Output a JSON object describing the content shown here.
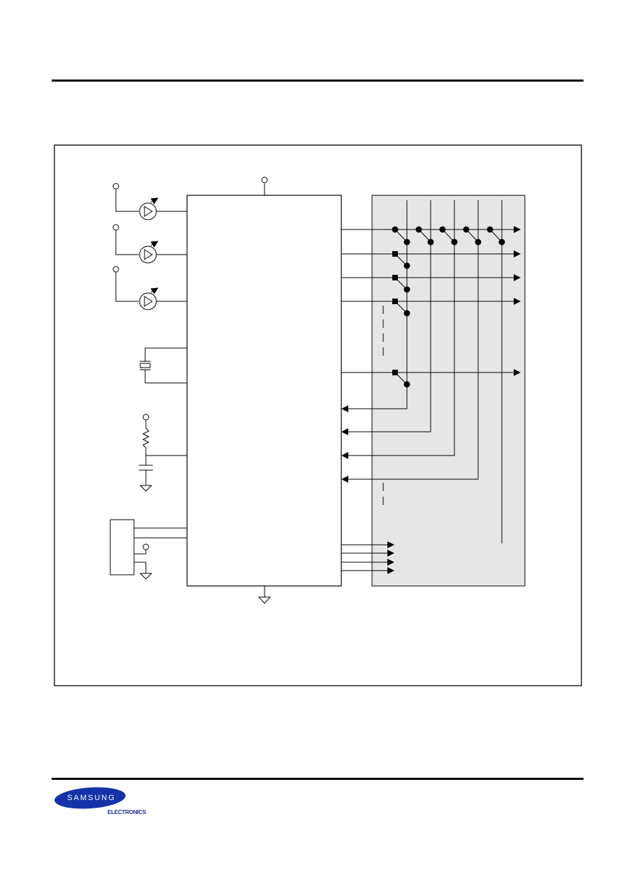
{
  "logo": {
    "brand": "SAMSUNG",
    "division": "ELECTRONICS",
    "color": "#1533a8"
  },
  "diagram": {
    "colors": {
      "line": "#000000",
      "keypad_fill": "#e6e6e6",
      "background": "#ffffff"
    },
    "led_count": 3,
    "keypad_row_count": 5,
    "keypad_column_count": 5,
    "output_line_count": 4
  }
}
